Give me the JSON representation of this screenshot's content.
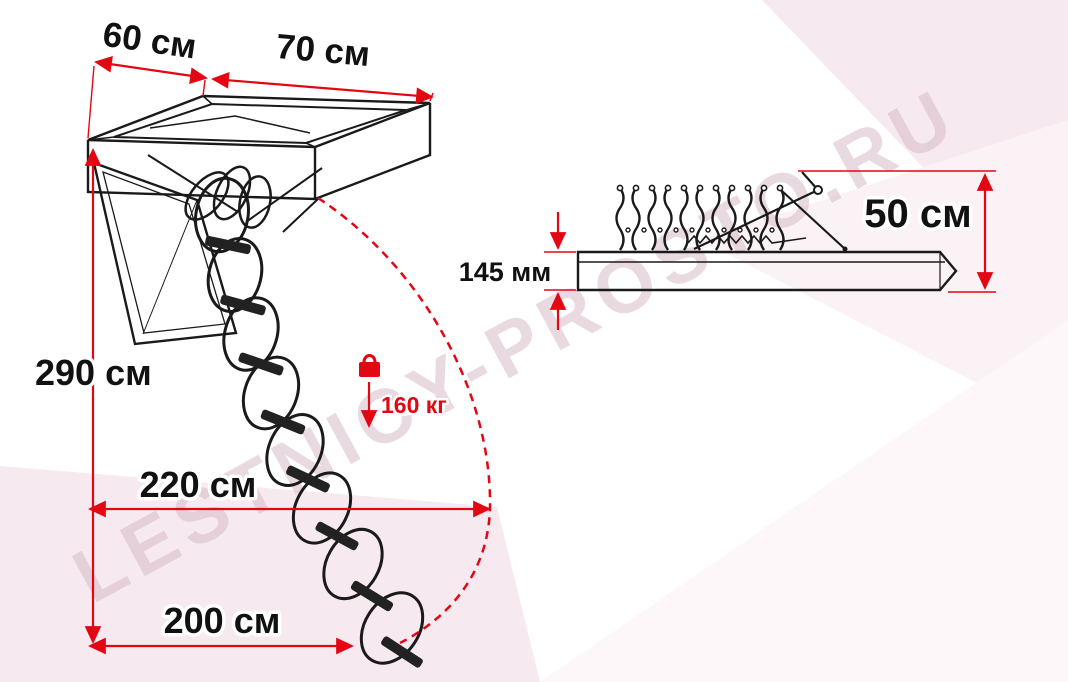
{
  "watermark": {
    "text": "LESTNICY-PROSTO.RU"
  },
  "open_view": {
    "dim_depth": "60 см",
    "dim_width": "70 см",
    "dim_height": "290 см",
    "dim_reach": "220 см",
    "dim_footprint": "200 см",
    "load_capacity": "160 кг"
  },
  "folded_view": {
    "dim_panel_thickness": "145 мм",
    "dim_folded_height": "50 см"
  },
  "colors": {
    "accent_red": "#e30613",
    "ink": "#111111",
    "watermark_pink": "#d8bcc9",
    "background_tint": "#f6e9ef"
  }
}
